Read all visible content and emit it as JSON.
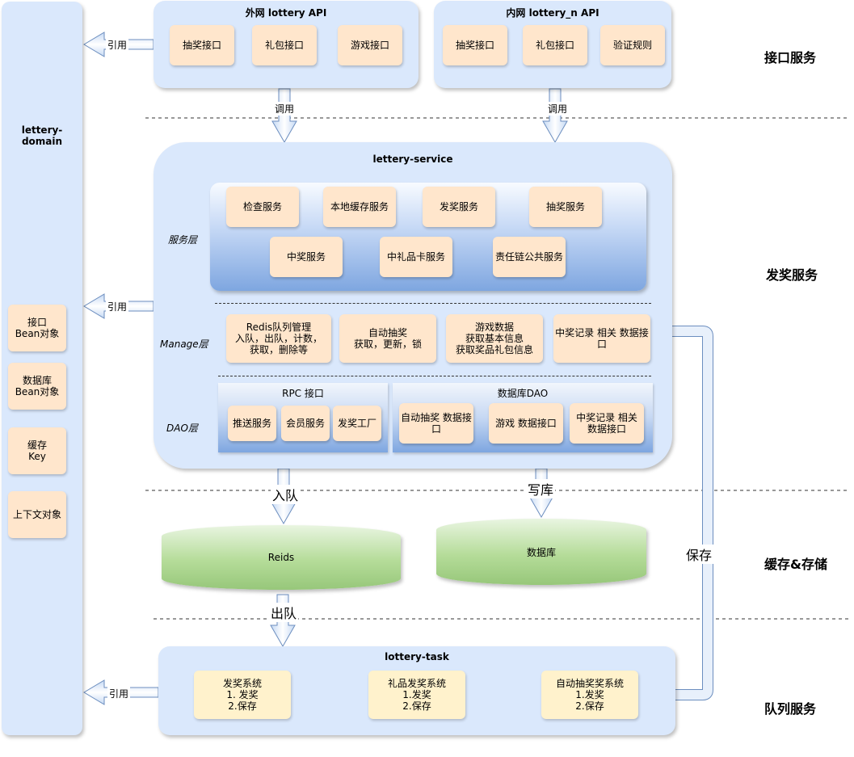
{
  "domain_panel": {
    "title": "lettery- domain",
    "items": [
      "接口\nBean对象",
      "数据库\nBean对象",
      "缓存\nKey",
      "上下文对象"
    ]
  },
  "ext_api": {
    "title": "外网 lottery API",
    "items": [
      "抽奖接口",
      "礼包接口",
      "游戏接口"
    ]
  },
  "int_api": {
    "title": "内网 lottery_n API",
    "items": [
      "抽奖接口",
      "礼包接口",
      "验证规则"
    ]
  },
  "service": {
    "title": "lettery-service",
    "service_layer_label": "服务层",
    "service_row1": [
      "检查服务",
      "本地缓存服务",
      "发奖服务",
      "抽奖服务"
    ],
    "service_row2": [
      "中奖服务",
      "中礼品卡服务",
      "责任链公共服务"
    ],
    "manage_layer_label": "Manage层",
    "manage_items": [
      "Redis队列管理\n入队，出队，计数，\n获取，删除等",
      "自动抽奖\n获取，更新，锁",
      "游戏数据\n获取基本信息\n获取奖品礼包信息",
      "中奖记录 相关 数据接\n口"
    ],
    "dao_layer_label": "DAO层",
    "rpc_title": "RPC 接口",
    "rpc_items": [
      "推送服务",
      "会员服务",
      "发奖工厂"
    ],
    "db_title": "数据库DAO",
    "db_items": [
      "自动抽奖 数据接\n口",
      "游戏 数据接口",
      "中奖记录 相关\n数据接口"
    ]
  },
  "storage": {
    "redis": "Reids",
    "database": "数据库"
  },
  "task": {
    "title": "lottery-task",
    "items": [
      "发奖系统\n1. 发奖\n2.保存",
      "礼品发奖系统\n1.发奖\n2.保存",
      "自动抽奖奖系统\n1.发奖\n2.保存"
    ]
  },
  "sections": [
    "接口服务",
    "发奖服务",
    "缓存&存储",
    "队列服务"
  ],
  "arrow_labels": {
    "ref": "引用",
    "call": "调用",
    "enqueue": "入队",
    "write_db": "写库",
    "dequeue": "出队",
    "save": "保存"
  }
}
